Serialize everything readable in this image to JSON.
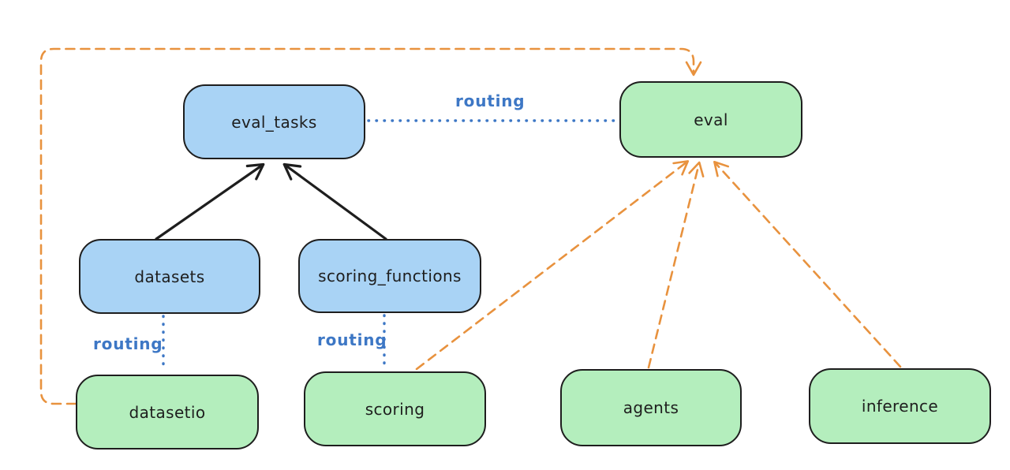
{
  "diagram": {
    "nodes": {
      "eval_tasks": {
        "label": "eval_tasks",
        "fill": "#a9d3f5"
      },
      "eval": {
        "label": "eval",
        "fill": "#b4eebd"
      },
      "datasets": {
        "label": "datasets",
        "fill": "#a9d3f5"
      },
      "scoring_functions": {
        "label": "scoring_functions",
        "fill": "#a9d3f5"
      },
      "datasetio": {
        "label": "datasetio",
        "fill": "#b4eebd"
      },
      "scoring": {
        "label": "scoring",
        "fill": "#b4eebd"
      },
      "agents": {
        "label": "agents",
        "fill": "#b4eebd"
      },
      "inference": {
        "label": "inference",
        "fill": "#b4eebd"
      }
    },
    "edges": {
      "datasets_to_eval_tasks": {
        "from": "datasets",
        "to": "eval_tasks",
        "style": "solid",
        "arrow": true
      },
      "scoring_functions_to_eval_tasks": {
        "from": "scoring_functions",
        "to": "eval_tasks",
        "style": "solid",
        "arrow": true
      },
      "eval_tasks_to_eval": {
        "from": "eval_tasks",
        "to": "eval",
        "style": "dotted",
        "label": "routing"
      },
      "datasets_to_datasetio": {
        "from": "datasets",
        "to": "datasetio",
        "style": "dotted",
        "label": "routing"
      },
      "scoring_functions_to_scoring": {
        "from": "scoring_functions",
        "to": "scoring",
        "style": "dotted",
        "label": "routing"
      },
      "datasetio_to_eval": {
        "from": "datasetio",
        "to": "eval",
        "style": "dashed",
        "arrow": true,
        "route": "elbow-left-top"
      },
      "scoring_to_eval": {
        "from": "scoring",
        "to": "eval",
        "style": "dashed",
        "arrow": true
      },
      "agents_to_eval": {
        "from": "agents",
        "to": "eval",
        "style": "dashed",
        "arrow": true
      },
      "inference_to_eval": {
        "from": "inference",
        "to": "eval",
        "style": "dashed",
        "arrow": true
      }
    },
    "colors": {
      "node_stroke": "#1e1e1e",
      "blue_node_fill": "#a9d3f5",
      "green_node_fill": "#b4eebd",
      "routing_blue": "#3d77c5",
      "orange_dashed": "#e8923e",
      "background": "#ffffff"
    }
  }
}
